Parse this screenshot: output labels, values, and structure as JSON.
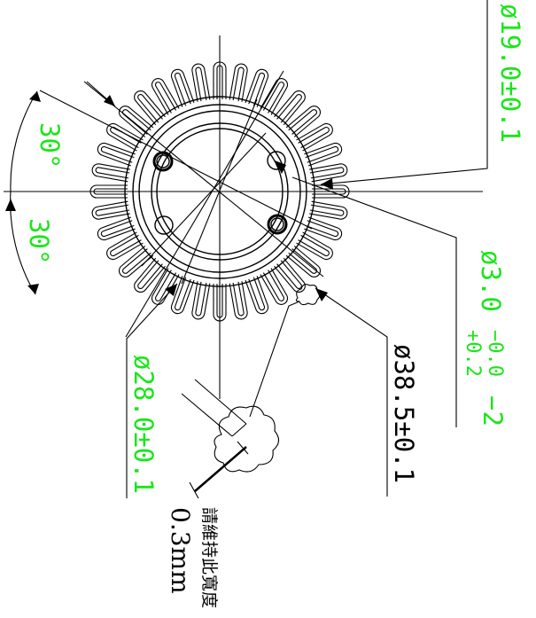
{
  "dimensions": {
    "bolt_circle": "ø19.0±0.1",
    "hole_dia": "ø3.0",
    "hole_tol_upper": "+0.2",
    "hole_tol_lower": "−0.0",
    "hole_qty": "−2",
    "outer_dia": "ø38.5±0.1",
    "inner_dia": "ø28.0±0.1"
  },
  "angles": {
    "upper": "30°",
    "lower": "30°"
  },
  "note": {
    "thickness": "0.3mm",
    "text": "請維持此寬度"
  },
  "colors": {
    "dimension_green": "#19e619",
    "line_black": "#000000"
  }
}
